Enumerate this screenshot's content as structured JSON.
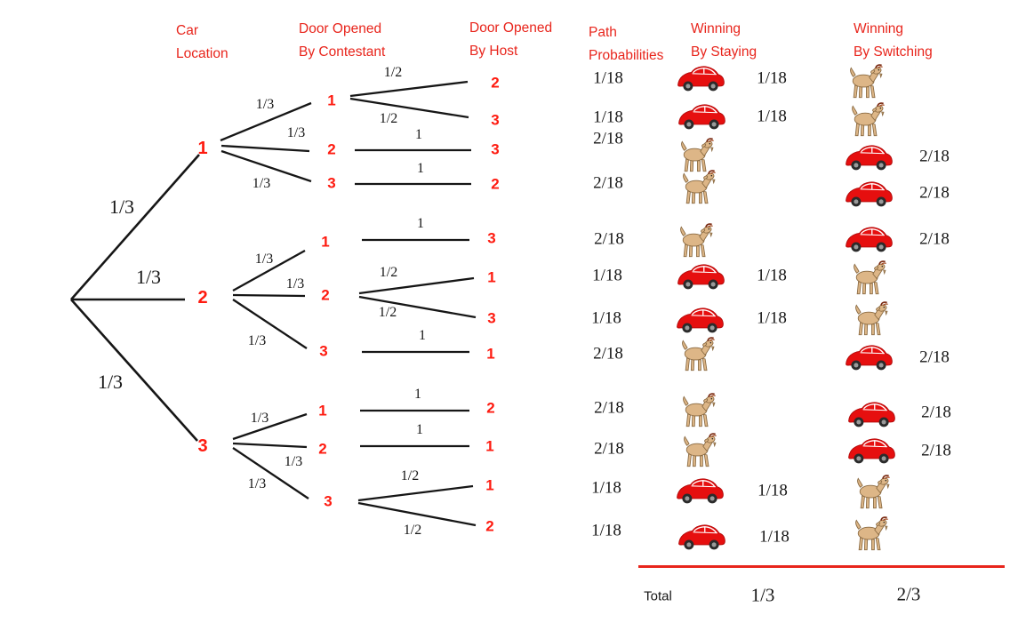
{
  "headers": {
    "car_location": [
      "Car",
      "Location"
    ],
    "door_contestant": [
      "Door Opened",
      "By Contestant"
    ],
    "door_host": [
      "Door Opened",
      "By Host"
    ],
    "path_probabilities": [
      "Path",
      "Probabilities"
    ],
    "winning_by_staying": [
      "Winning",
      "By Staying"
    ],
    "winning_by_switching": [
      "Winning",
      "By Switching"
    ]
  },
  "tree": {
    "branches": [
      {
        "prob": "1/3",
        "car": "1",
        "contestant_branches": [
          {
            "prob": "1/3",
            "contestant": "1",
            "host_branches": [
              {
                "prob": "1/2",
                "host": "2"
              },
              {
                "prob": "1/2",
                "host": "3"
              }
            ]
          },
          {
            "prob": "1/3",
            "contestant": "2",
            "host_branches": [
              {
                "prob": "1",
                "host": "3"
              }
            ]
          },
          {
            "prob": "1/3",
            "contestant": "3",
            "host_branches": [
              {
                "prob": "1",
                "host": "2"
              }
            ]
          }
        ]
      },
      {
        "prob": "1/3",
        "car": "2",
        "contestant_branches": [
          {
            "prob": "1/3",
            "contestant": "1",
            "host_branches": [
              {
                "prob": "1",
                "host": "3"
              }
            ]
          },
          {
            "prob": "1/3",
            "contestant": "2",
            "host_branches": [
              {
                "prob": "1/2",
                "host": "1"
              },
              {
                "prob": "1/2",
                "host": "3"
              }
            ]
          },
          {
            "prob": "1/3",
            "contestant": "3",
            "host_branches": [
              {
                "prob": "1",
                "host": "1"
              }
            ]
          }
        ]
      },
      {
        "prob": "1/3",
        "car": "3",
        "contestant_branches": [
          {
            "prob": "1/3",
            "contestant": "1",
            "host_branches": [
              {
                "prob": "1",
                "host": "2"
              }
            ]
          },
          {
            "prob": "1/3",
            "contestant": "2",
            "host_branches": [
              {
                "prob": "1",
                "host": "1"
              }
            ]
          },
          {
            "prob": "1/3",
            "contestant": "3",
            "host_branches": [
              {
                "prob": "1/2",
                "host": "1"
              },
              {
                "prob": "1/2",
                "host": "2"
              }
            ]
          }
        ]
      }
    ]
  },
  "outcomes": {
    "rows": [
      {
        "path_prob": "1/18",
        "staying": "car",
        "staying_prob": "1/18",
        "switching": "goat",
        "switching_prob": ""
      },
      {
        "path_prob": "1/18",
        "staying": "car",
        "staying_prob": "1/18",
        "switching": "goat",
        "switching_prob": ""
      },
      {
        "path_prob": "2/18",
        "staying": "goat",
        "staying_prob": "",
        "switching": "car",
        "switching_prob": "2/18"
      },
      {
        "path_prob": "2/18",
        "staying": "goat",
        "staying_prob": "",
        "switching": "car",
        "switching_prob": "2/18"
      },
      {
        "path_prob": "2/18",
        "staying": "goat",
        "staying_prob": "",
        "switching": "car",
        "switching_prob": "2/18"
      },
      {
        "path_prob": "1/18",
        "staying": "car",
        "staying_prob": "1/18",
        "switching": "goat",
        "switching_prob": ""
      },
      {
        "path_prob": "1/18",
        "staying": "car",
        "staying_prob": "1/18",
        "switching": "goat",
        "switching_prob": ""
      },
      {
        "path_prob": "2/18",
        "staying": "goat",
        "staying_prob": "",
        "switching": "car",
        "switching_prob": "2/18"
      },
      {
        "path_prob": "2/18",
        "staying": "goat",
        "staying_prob": "",
        "switching": "car",
        "switching_prob": "2/18"
      },
      {
        "path_prob": "2/18",
        "staying": "goat",
        "staying_prob": "",
        "switching": "car",
        "switching_prob": "2/18"
      },
      {
        "path_prob": "1/18",
        "staying": "car",
        "staying_prob": "1/18",
        "switching": "goat",
        "switching_prob": ""
      },
      {
        "path_prob": "1/18",
        "staying": "car",
        "staying_prob": "1/18",
        "switching": "goat",
        "switching_prob": ""
      }
    ],
    "total_label": "Total",
    "staying_total": "1/3",
    "switching_total": "2/3"
  },
  "icons": {
    "car": "red-car-icon",
    "goat": "goat-icon"
  },
  "colors": {
    "header_red": "#e8251c",
    "node_red": "#fe1b10",
    "line_black": "#161616",
    "total_line_red": "#e8251c",
    "car_body_red": "#e60f0f",
    "goat_tan": "#ddb687"
  }
}
